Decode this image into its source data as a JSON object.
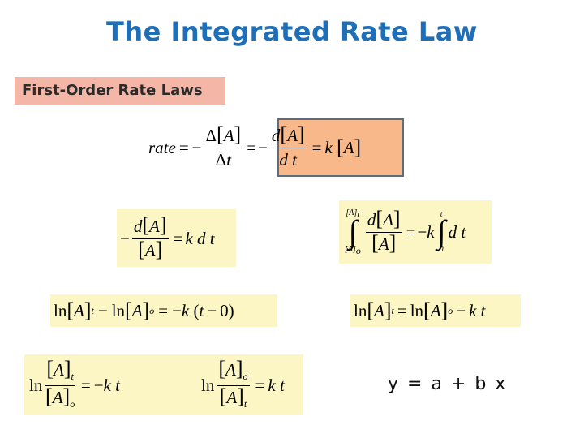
{
  "title": "The Integrated Rate Law",
  "section_label": "First-Order Rate Laws",
  "equations": {
    "rate_word": "rate",
    "delta": "Δ",
    "species": "A",
    "d": "d",
    "t": "t",
    "k": "k",
    "ln": "ln",
    "sub_t": "t",
    "sub_o": "o",
    "zero": "0",
    "minus": "−",
    "equals": "=",
    "line_eq": "y = a + b x"
  },
  "colors": {
    "title": "#1e6fb8",
    "section_bg": "#f4b6a6",
    "equation_bg": "#fbf6c4",
    "highlight_bg": "#f8b88a",
    "highlight_border": "#5b6b80"
  }
}
